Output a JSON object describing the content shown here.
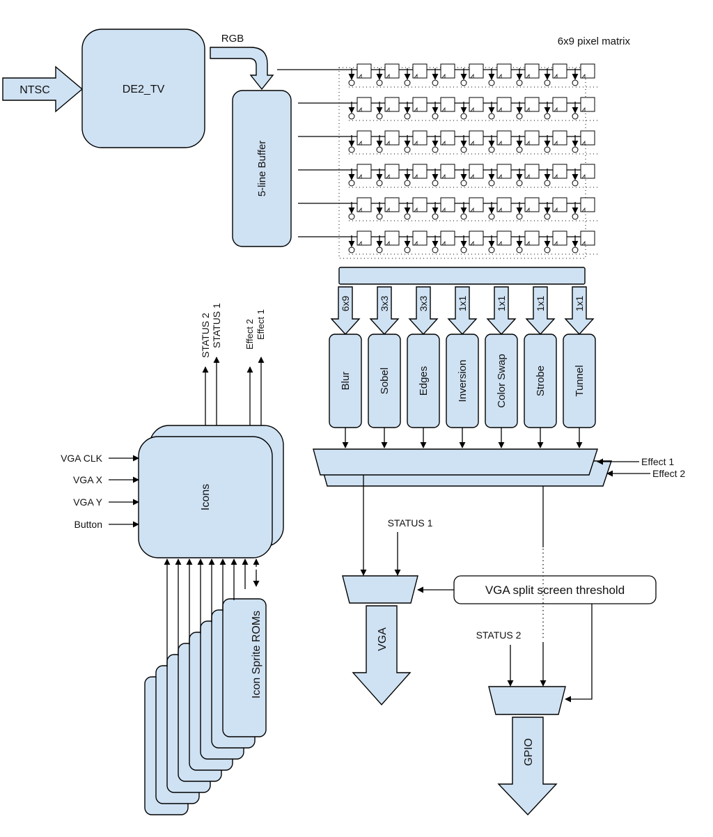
{
  "diagram": {
    "inputs": {
      "ntsc": "NTSC",
      "rgb": "RGB",
      "vga_clk": "VGA CLK",
      "vga_x": "VGA X",
      "vga_y": "VGA Y",
      "button": "Button",
      "effect1": "Effect 1",
      "effect2": "Effect 2",
      "status1_in": "STATUS 1",
      "status2_in": "STATUS 2"
    },
    "blocks": {
      "de2_tv": "DE2_TV",
      "line_buffer": "5-line Buffer",
      "pixel_matrix": "6x9 pixel matrix",
      "icons": "Icons",
      "icon_roms": "Icon Sprite ROMs",
      "split_threshold": "VGA split screen threshold"
    },
    "icon_outputs": {
      "status2": "STATUS 2",
      "status1": "STATUS 1",
      "effect2": "Effect 2",
      "effect1": "Effect 1"
    },
    "filters": [
      {
        "size": "6x9",
        "name": "Blur"
      },
      {
        "size": "3x3",
        "name": "Sobel"
      },
      {
        "size": "3x3",
        "name": "Edges"
      },
      {
        "size": "1x1",
        "name": "Inversion"
      },
      {
        "size": "1x1",
        "name": "Color Swap"
      },
      {
        "size": "1x1",
        "name": "Strobe"
      },
      {
        "size": "1x1",
        "name": "Tunnel"
      }
    ],
    "outputs": {
      "vga": "VGA",
      "gpio": "GPIO"
    },
    "colors": {
      "block_fill": "#cfe2f3",
      "stroke": "#000000"
    }
  }
}
